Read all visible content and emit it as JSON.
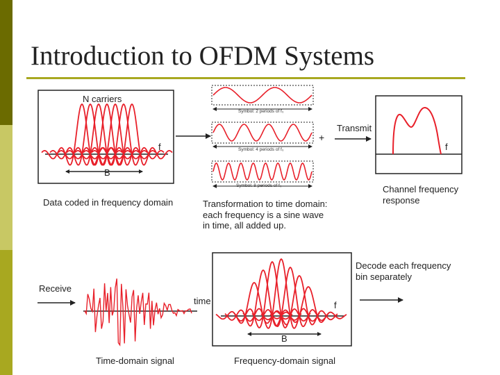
{
  "slide": {
    "title": "Introduction to OFDM Systems"
  },
  "freq_panel": {
    "n_carriers_label": "N carriers",
    "f_label": "f",
    "b_label": "B",
    "caption": "Data coded in frequency domain"
  },
  "sine_strips": [
    {
      "label": "Symbol: 2 periods of f₀"
    },
    {
      "label": "Symbol: 4 periods of f₀"
    },
    {
      "label": "Symbol: 8 periods of f₀"
    }
  ],
  "plus_sign": "+",
  "time_caption": "Transformation to time domain:\neach frequency is a sine wave\nin time, all added up.",
  "transmit_label": "Transmit",
  "channel_panel": {
    "f_label": "f",
    "caption": "Channel frequency\nresponse"
  },
  "receive_label": "Receive",
  "time_signal": {
    "axis_label": "time",
    "caption": "Time-domain signal"
  },
  "freq_signal": {
    "f_label": "f",
    "b_label": "B",
    "caption": "Frequency-domain signal"
  },
  "decode_label": "Decode each frequency\nbin separately",
  "colors": {
    "signal": "#e8202a",
    "axis": "#222222",
    "accent": "#a8a820"
  }
}
